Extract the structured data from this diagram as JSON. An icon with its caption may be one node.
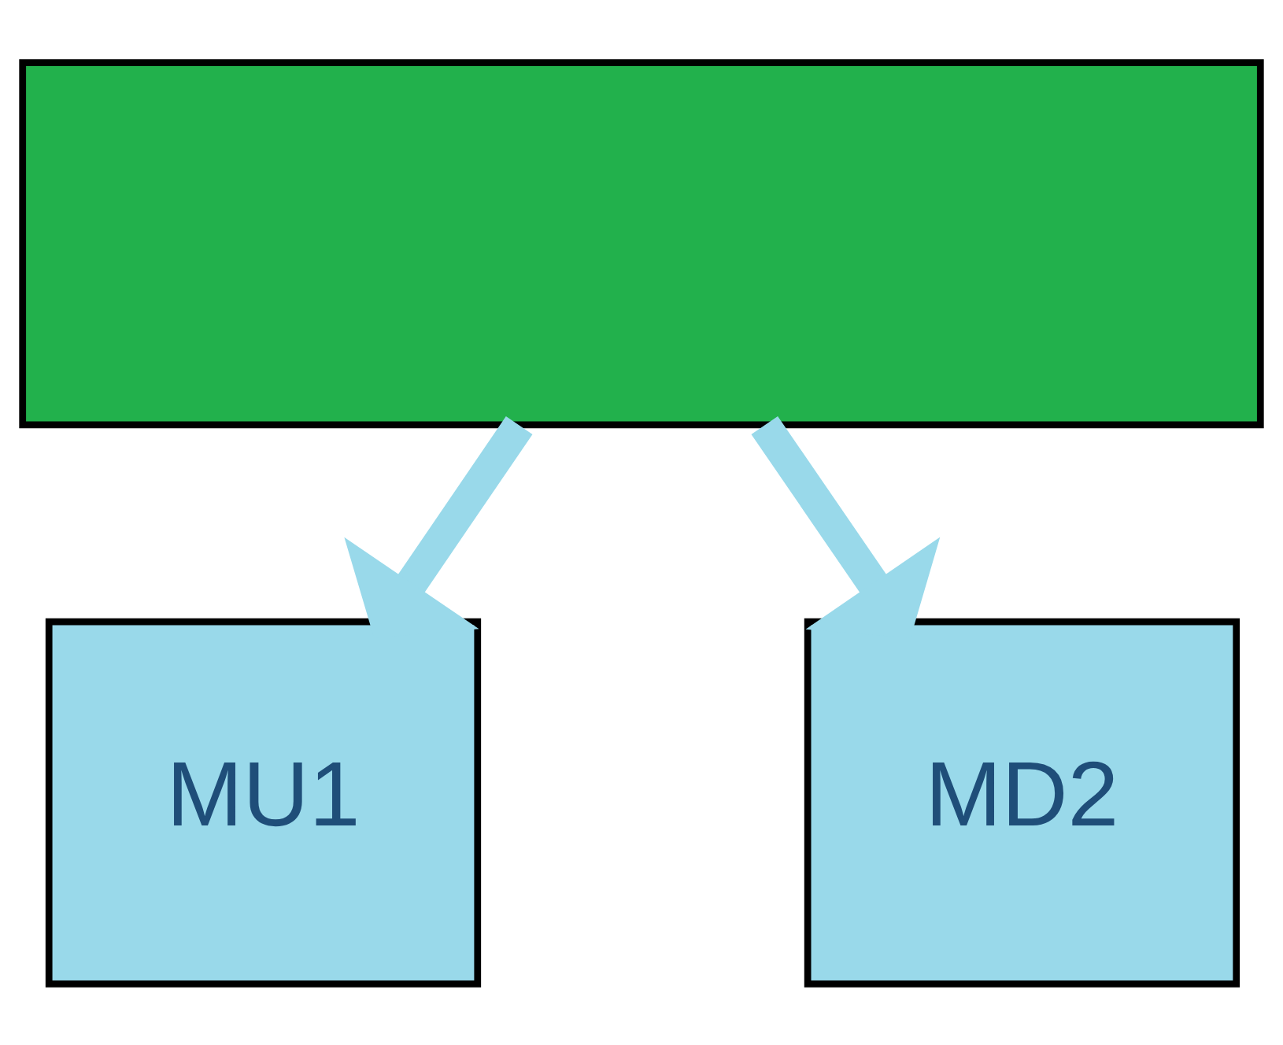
{
  "diagram": {
    "nodes": [
      {
        "text": [],
        "shape": "box"
      },
      {
        "text": [
          "MU1"
        ]
      },
      {
        "text": [
          "MD2"
        ]
      }
    ],
    "edges": [
      {
        "from": 0,
        "to": 1,
        "arrow": "to"
      },
      {
        "from": 0,
        "to": 2,
        "arrow": "to"
      }
    ]
  }
}
